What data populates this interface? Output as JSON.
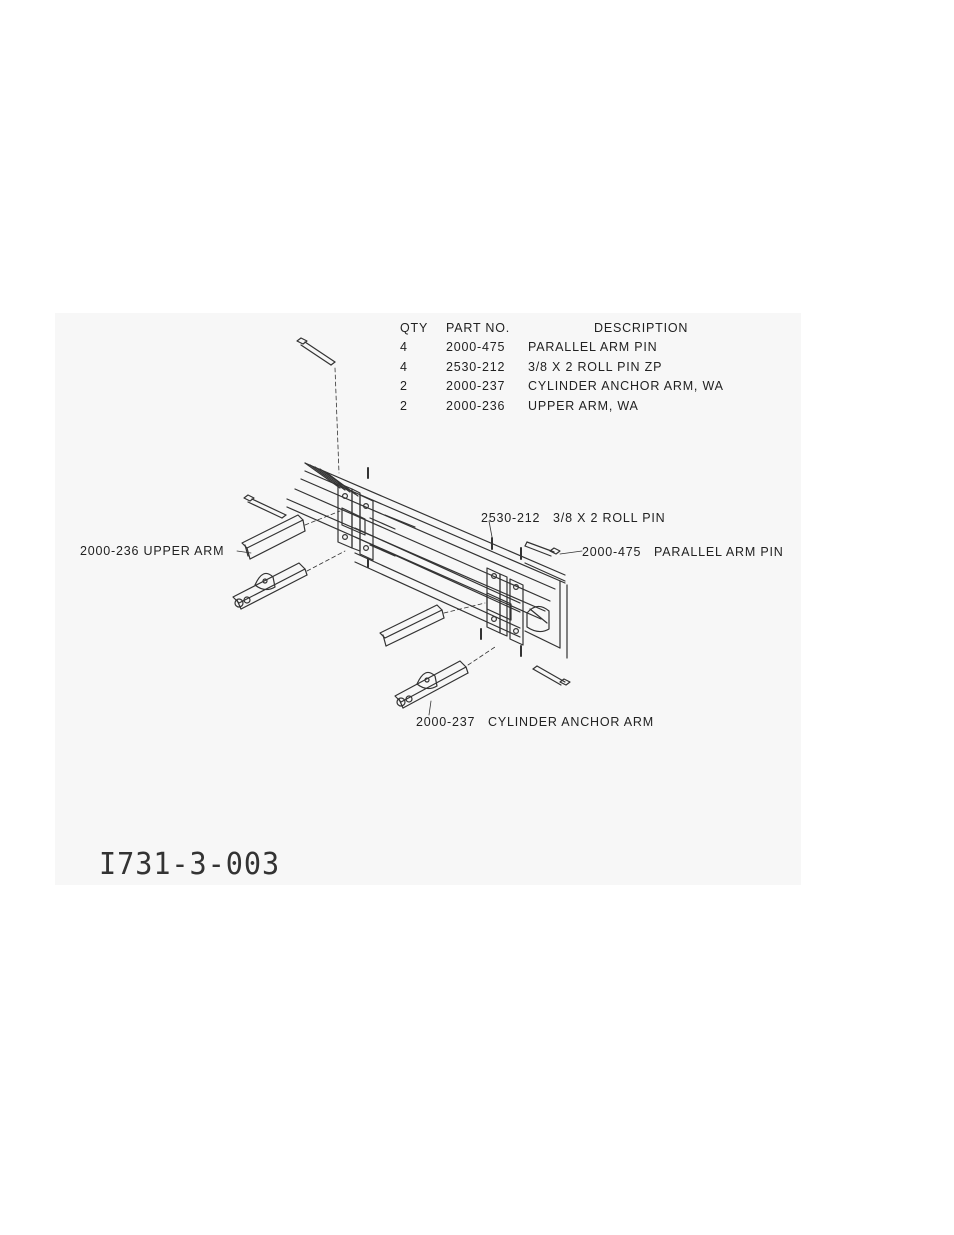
{
  "bom": {
    "headers": {
      "qty": "QTY",
      "part": "PART NO.",
      "desc": "DESCRIPTION"
    },
    "rows": [
      {
        "qty": "4",
        "part": "2000-475",
        "desc": "PARALLEL ARM PIN"
      },
      {
        "qty": "4",
        "part": "2530-212",
        "desc": "3/8 X 2 ROLL PIN ZP"
      },
      {
        "qty": "2",
        "part": "2000-237",
        "desc": "CYLINDER ANCHOR ARM, WA"
      },
      {
        "qty": "2",
        "part": "2000-236",
        "desc": "UPPER ARM, WA"
      }
    ]
  },
  "callouts": {
    "upper_arm": "2000-236 UPPER ARM",
    "roll_pin": "2530-212   3/8 X 2 ROLL PIN",
    "parallel_pin": "2000-475   PARALLEL ARM PIN",
    "cylinder_arm": "2000-237   CYLINDER ANCHOR ARM"
  },
  "drawing_number": "I731-3-003",
  "colors": {
    "sheet_background": "#f7f7f7",
    "line": "#333333",
    "text": "#222222"
  }
}
